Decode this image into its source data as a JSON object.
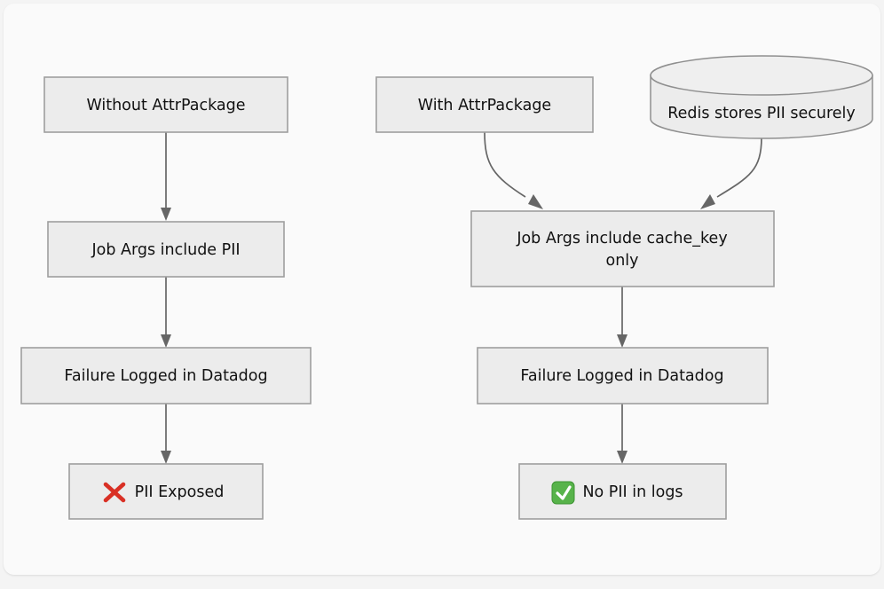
{
  "diagram": {
    "type": "flowchart",
    "direction": "top-down",
    "background_color": "#f4f4f4",
    "card_color": "#fafafa",
    "node_fill": "#ececec",
    "node_stroke": "#9e9e9e",
    "edge_color": "#666666",
    "nodes": [
      {
        "id": "without-attrpackage",
        "label": "Without AttrPackage",
        "shape": "rect",
        "column": "left"
      },
      {
        "id": "job-args-include-pii",
        "label": "Job Args include PII",
        "shape": "rect",
        "column": "left"
      },
      {
        "id": "failure-logged-datadog-left",
        "label": "Failure Logged in Datadog",
        "shape": "rect",
        "column": "left"
      },
      {
        "id": "pii-exposed",
        "label": "PII Exposed",
        "shape": "rect",
        "column": "left",
        "icon": "cross-mark-icon",
        "icon_color": "#d93025"
      },
      {
        "id": "with-attrpackage",
        "label": "With AttrPackage",
        "shape": "rect",
        "column": "right"
      },
      {
        "id": "redis-stores-pii",
        "label": "Redis stores PII securely",
        "shape": "cylinder",
        "column": "right"
      },
      {
        "id": "job-args-cache-key",
        "label_line1": "Job Args include cache_key",
        "label_line2": "only",
        "shape": "rect",
        "column": "right"
      },
      {
        "id": "failure-logged-datadog-right",
        "label": "Failure Logged in Datadog",
        "shape": "rect",
        "column": "right"
      },
      {
        "id": "no-pii-in-logs",
        "label": "No PII in logs",
        "shape": "rect",
        "column": "right",
        "icon": "check-mark-button-icon",
        "icon_color": "#57b34a"
      }
    ],
    "edges": [
      {
        "from": "without-attrpackage",
        "to": "job-args-include-pii",
        "style": "straight"
      },
      {
        "from": "job-args-include-pii",
        "to": "failure-logged-datadog-left",
        "style": "straight"
      },
      {
        "from": "failure-logged-datadog-left",
        "to": "pii-exposed",
        "style": "straight"
      },
      {
        "from": "with-attrpackage",
        "to": "job-args-cache-key",
        "style": "curved"
      },
      {
        "from": "redis-stores-pii",
        "to": "job-args-cache-key",
        "style": "curved"
      },
      {
        "from": "job-args-cache-key",
        "to": "failure-logged-datadog-right",
        "style": "straight"
      },
      {
        "from": "failure-logged-datadog-right",
        "to": "no-pii-in-logs",
        "style": "straight"
      }
    ]
  }
}
